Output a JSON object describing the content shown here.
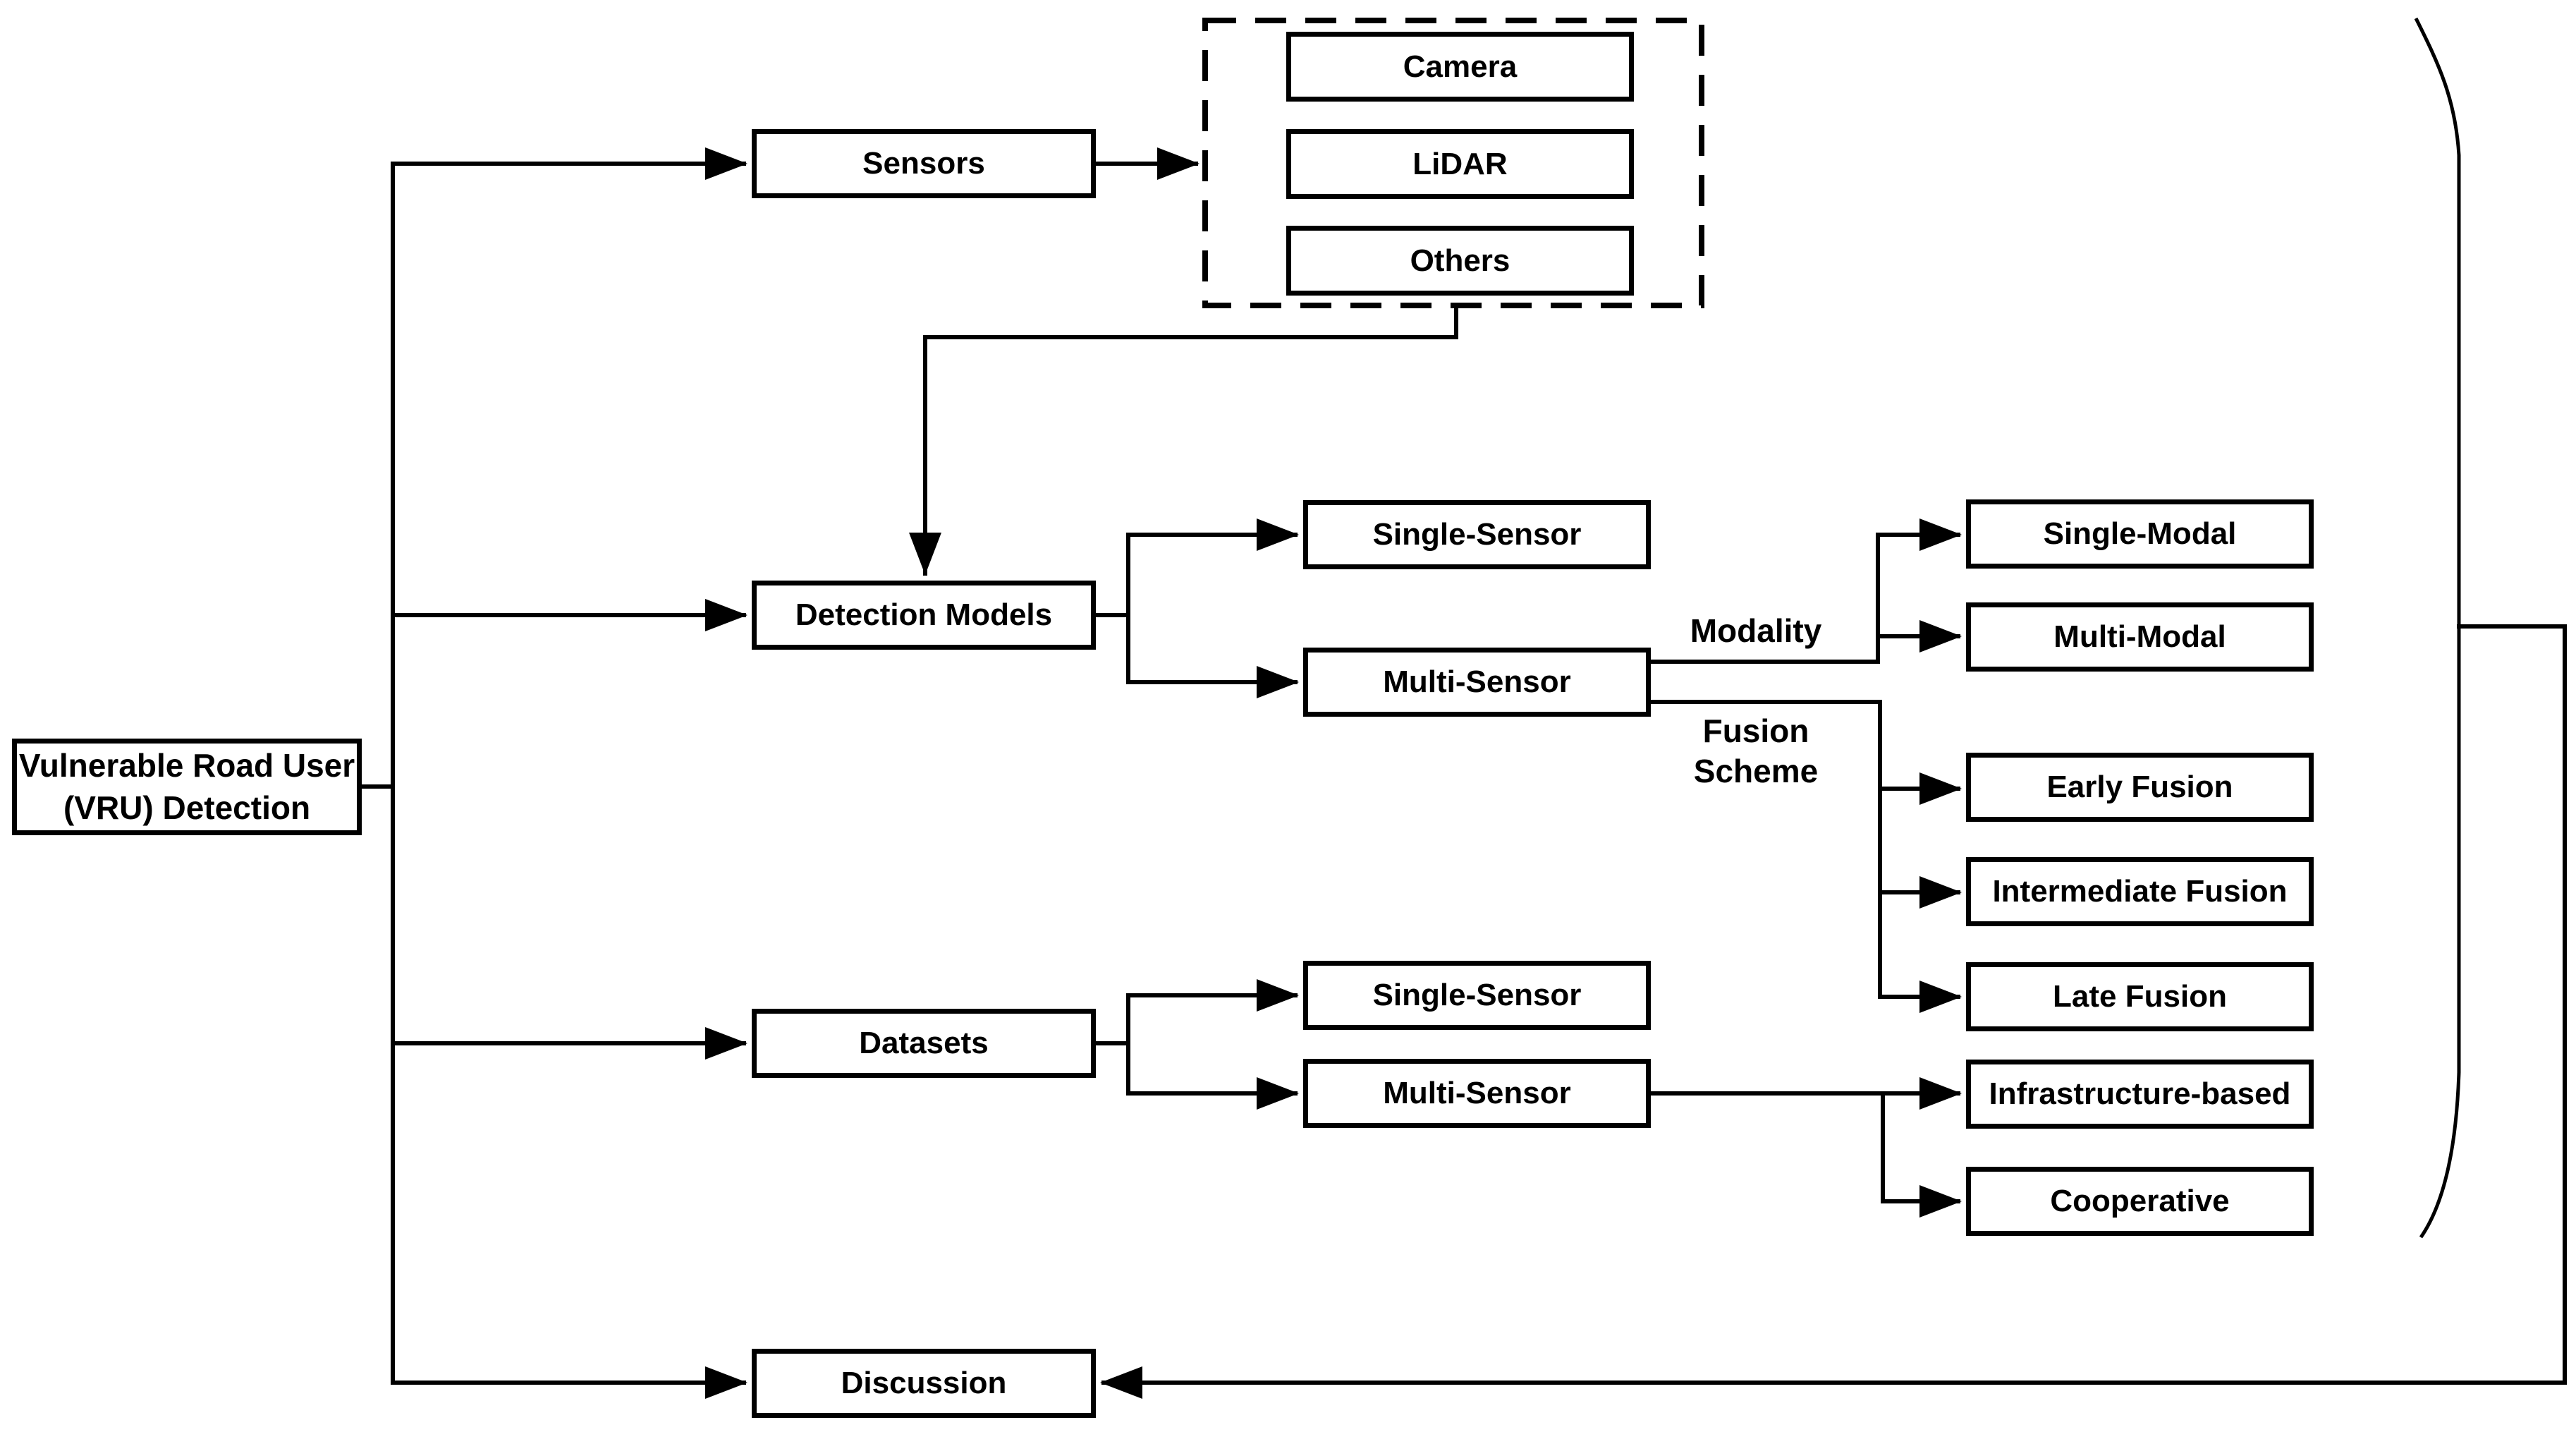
{
  "diagram": {
    "root": {
      "label_line1": "Vulnerable Road User",
      "label_line2": "(VRU) Detection"
    },
    "sensors": {
      "label": "Sensors",
      "camera": "Camera",
      "lidar": "LiDAR",
      "others": "Others"
    },
    "detection": {
      "label": "Detection Models",
      "single_sensor": "Single-Sensor",
      "multi_sensor": "Multi-Sensor",
      "modality_label": "Modality",
      "fusion_label_line1": "Fusion",
      "fusion_label_line2": "Scheme",
      "single_modal": "Single-Modal",
      "multi_modal": "Multi-Modal",
      "early_fusion": "Early Fusion",
      "intermediate_fusion": "Intermediate Fusion",
      "late_fusion": "Late Fusion"
    },
    "datasets": {
      "label": "Datasets",
      "single_sensor": "Single-Sensor",
      "multi_sensor": "Multi-Sensor",
      "infrastructure_based": "Infrastructure-based",
      "cooperative": "Cooperative"
    },
    "discussion": {
      "label": "Discussion"
    }
  },
  "colors": {
    "background": "#ffffff",
    "line": "#000000",
    "text": "#000000",
    "box_background": "#ffffff"
  }
}
